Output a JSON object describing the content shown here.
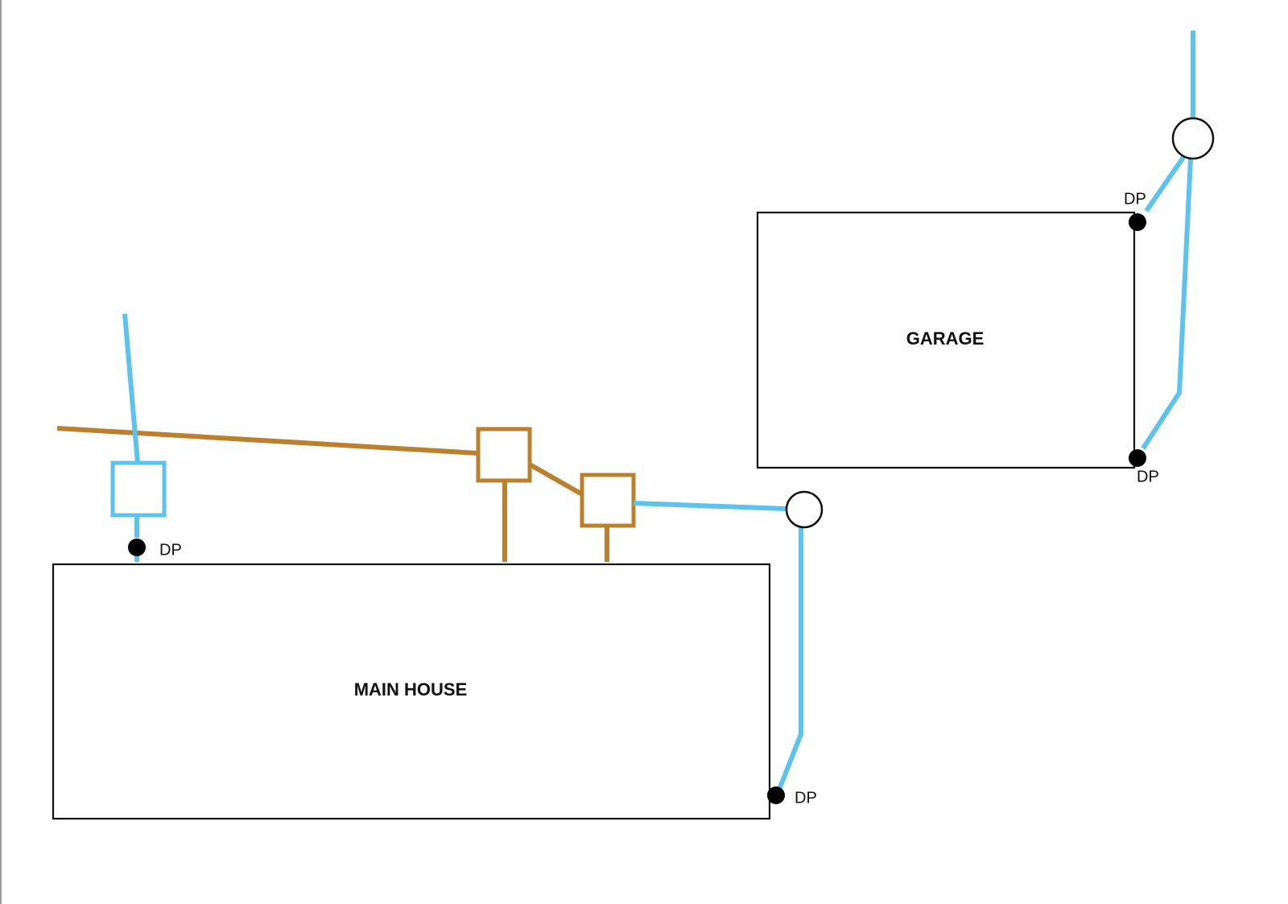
{
  "colors": {
    "storm_line": "#5BC3EE",
    "sewer_line": "#BC7F2E",
    "outline": "#111111",
    "background": "#FFFFFF"
  },
  "buildings": {
    "main_house": {
      "label": "MAIN HOUSE"
    },
    "garage": {
      "label": "GARAGE"
    }
  },
  "downpipes": [
    {
      "id": "dp-main-top",
      "label": "DP"
    },
    {
      "id": "dp-main-bottom-right",
      "label": "DP"
    },
    {
      "id": "dp-garage-top-right",
      "label": "DP"
    },
    {
      "id": "dp-garage-bottom-right",
      "label": "DP"
    }
  ],
  "legend": []
}
